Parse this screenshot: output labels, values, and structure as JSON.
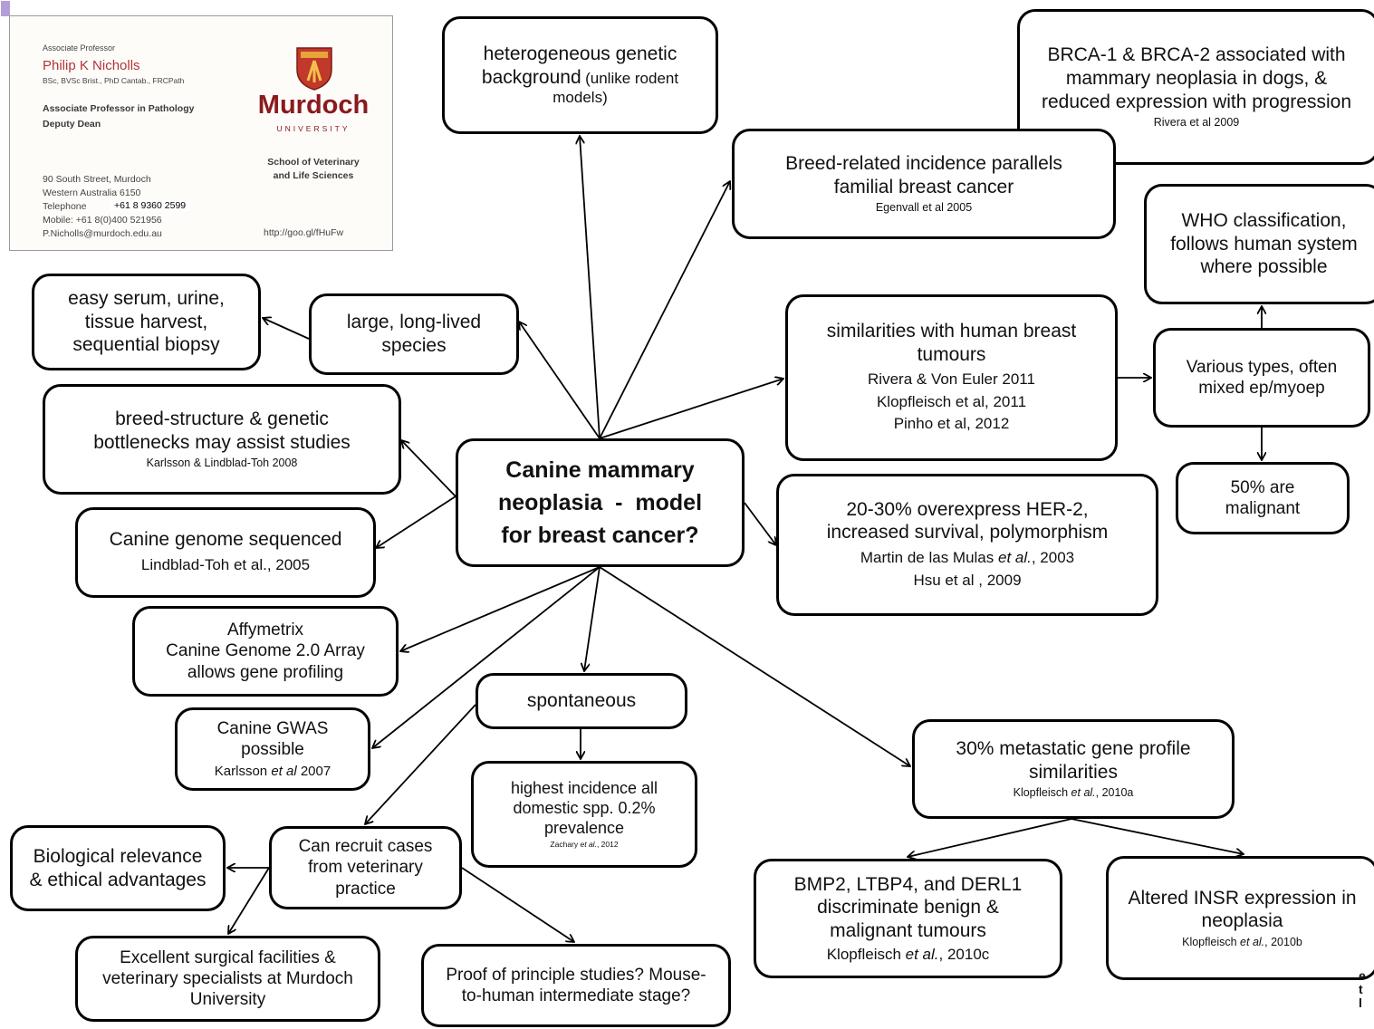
{
  "card": {
    "title_role": "Associate Professor",
    "name": "Philip K Nicholls",
    "degrees": "BSc, BVSc Brist., PhD Cantab., FRCPath",
    "position_line1": "Associate Professor in Pathology",
    "position_line2": "Deputy Dean",
    "university": "Murdoch",
    "university_sub": "UNIVERSITY",
    "school_line1": "School of Veterinary",
    "school_line2": "and Life Sciences",
    "address_line1": "90 South Street, Murdoch",
    "address_line2": "Western Australia 6150",
    "telephone_label": "Telephone",
    "telephone": "+61 8 9360 2599",
    "mobile": "Mobile: +61 8(0)400 521956",
    "email": "P.Nicholls@murdoch.edu.au",
    "link": "http://goo.gl/fHuFw",
    "accent_color": "#b39ed8",
    "brand_color": "#8a1a20",
    "name_color": "#b0343a"
  },
  "center": {
    "line1": "Canine mammary",
    "line2": "neoplasia  -  model",
    "line3": "for breast cancer?"
  },
  "nodes": {
    "heterogeneous": {
      "main": "heterogeneous genetic background",
      "small": "(unlike rodent models)"
    },
    "brca": {
      "main": "BRCA-1 & BRCA-2 associated with mammary neoplasia in dogs, & reduced expression with progression",
      "cite": "Rivera et al 2009"
    },
    "breed_related": {
      "main": "Breed-related incidence parallels familial breast cancer",
      "cite": "Egenvall et al 2005"
    },
    "who": {
      "main": "WHO classification, follows human system where possible"
    },
    "easy_serum": {
      "main": "easy serum, urine, tissue harvest, sequential biopsy"
    },
    "large_species": {
      "main": "large, long-lived species"
    },
    "similarities": {
      "main": "similarities with human breast tumours",
      "cite1": "Rivera & Von Euler 2011",
      "cite2": "Klopfleisch et al, 2011",
      "cite3": "Pinho et al, 2012"
    },
    "various_types": {
      "main": "Various types, often mixed ep/myoep"
    },
    "breed_structure": {
      "main": "breed-structure & genetic bottlenecks may assist studies",
      "cite": "Karlsson & Lindblad-Toh 2008"
    },
    "malignant": {
      "main": "50% are malignant"
    },
    "genome": {
      "main": "Canine genome sequenced",
      "cite": "Lindblad-Toh et al., 2005"
    },
    "her2": {
      "main": "20-30% overexpress HER-2, increased survival, polymorphism",
      "cite1_pre": "Martin de las Mulas ",
      "cite1_em": "et al.",
      "cite1_post": ", 2003",
      "cite2": "Hsu et al , 2009"
    },
    "affymetrix": {
      "line1": "Affymetrix",
      "line2": "Canine Genome 2.0 Array",
      "line3": "allows gene profiling"
    },
    "spontaneous": {
      "main": "spontaneous"
    },
    "gwas": {
      "main": "Canine GWAS possible",
      "cite_pre": "Karlsson ",
      "cite_em": "et al",
      "cite_post": " 2007"
    },
    "metastatic": {
      "main": "30% metastatic gene profile similarities",
      "cite_pre": "Klopfleisch ",
      "cite_em": "et al.",
      "cite_post": ", 2010a"
    },
    "incidence": {
      "main": "highest incidence all domestic spp. 0.2% prevalence",
      "cite_pre": "Zachary ",
      "cite_em": "et al.",
      "cite_post": ", 2012"
    },
    "biological": {
      "main": "Biological relevance & ethical advantages"
    },
    "recruit": {
      "main": "Can recruit cases from veterinary practice"
    },
    "bmp2": {
      "main": "BMP2, LTBP4, and DERL1 discriminate benign & malignant tumours",
      "cite_pre": "Klopfleisch ",
      "cite_em": "et al.",
      "cite_post": ", 2010c"
    },
    "insr": {
      "main": "Altered INSR expression in neoplasia",
      "cite_pre": "Klopfleisch ",
      "cite_em": "et al.",
      "cite_post": ", 2010b"
    },
    "surgical": {
      "main": "Excellent surgical facilities & veterinary specialists at Murdoch University"
    },
    "proof": {
      "main": "Proof of principle studies? Mouse-to-human intermediate stage?"
    }
  },
  "edge_fragment": [
    "e",
    "t",
    "l"
  ]
}
